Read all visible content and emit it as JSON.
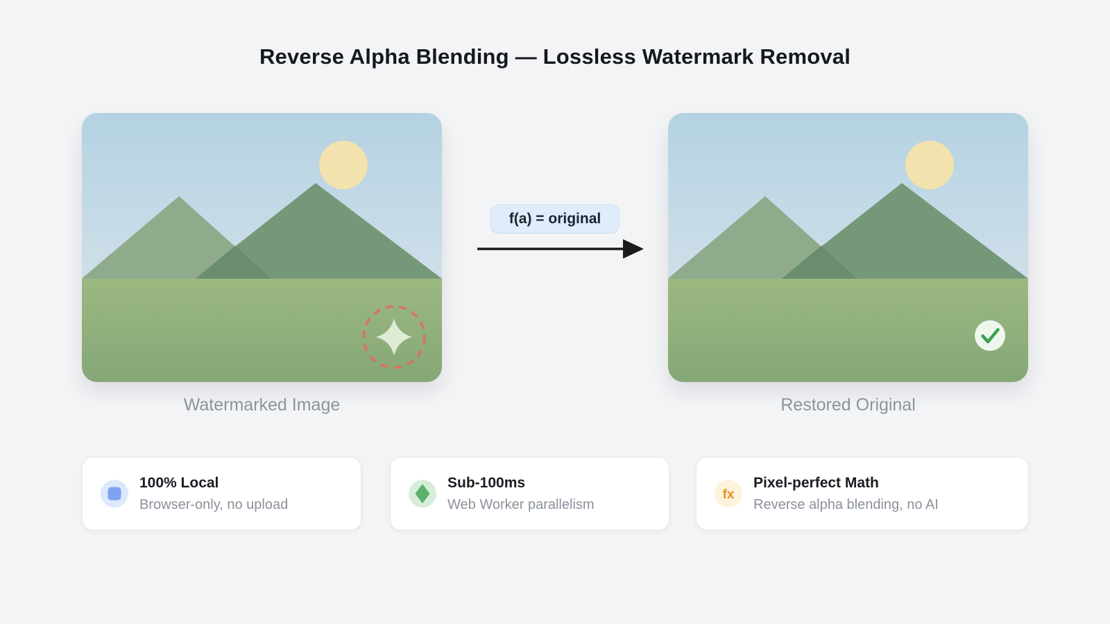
{
  "page": {
    "title": "Reverse Alpha Blending — Lossless Watermark Removal",
    "background": "#f3f4f6"
  },
  "comparison": {
    "before": {
      "caption": "Watermarked Image"
    },
    "after": {
      "caption": "Restored Original"
    },
    "formula_label": "f(a) = original",
    "formula_bg": "#dfecf9",
    "formula_border": "#c9def1",
    "formula_text": "#1b2330",
    "arrow_color": "#1b1b1b"
  },
  "scene": {
    "sky_top": "#b4d2e2",
    "sky_bottom": "#cfdfe9",
    "sun": "#f3e2ae",
    "mountain_back": "#8fab8c",
    "mountain_front": "#759879",
    "mountain_overlap": "#6a8e6d",
    "ground_top": "#9cb881",
    "ground_bottom": "#85a777",
    "watermark_ring": "#dd6f60",
    "watermark_sparkle": "#dfecd5",
    "check_ring": "#3aa04f",
    "check_bg": "#edf7ee"
  },
  "features": [
    {
      "icon": "square-icon",
      "icon_bg": "#dce8fb",
      "accent": "#7da3f1",
      "title": "100% Local",
      "subtitle": "Browser-only, no upload"
    },
    {
      "icon": "diamond-icon",
      "icon_bg": "#d7edda",
      "accent": "#5cb06c",
      "title": "Sub-100ms",
      "subtitle": "Web Worker parallelism"
    },
    {
      "icon": "fx-icon",
      "icon_bg": "#fdf2dc",
      "accent": "#e8921c",
      "icon_text": "fx",
      "title": "Pixel-perfect Math",
      "subtitle": "Reverse alpha blending, no AI"
    }
  ]
}
